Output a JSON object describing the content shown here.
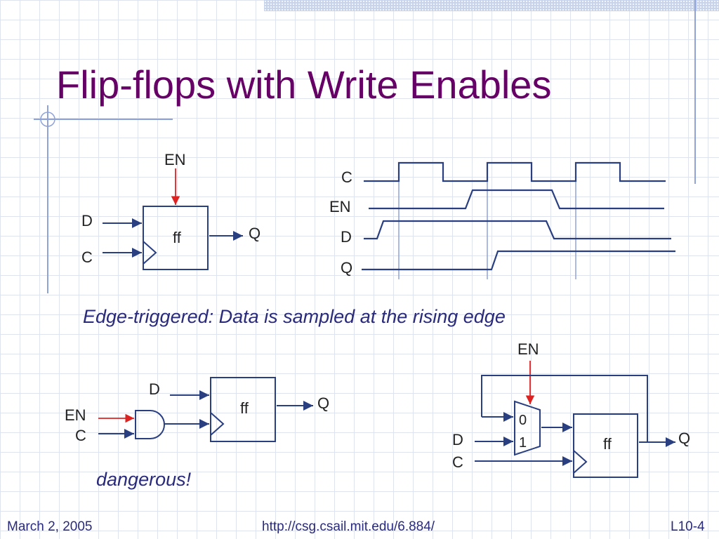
{
  "title": "Flip-flops with Write Enables",
  "diagram1": {
    "en": "EN",
    "d": "D",
    "c": "C",
    "ff": "ff",
    "q": "Q"
  },
  "timing": {
    "labels": {
      "c": "C",
      "en": "EN",
      "d": "D",
      "q": "Q"
    }
  },
  "caption": "Edge-triggered: Data is sampled at the rising edge",
  "diagram2": {
    "d": "D",
    "en": "EN",
    "c": "C",
    "ff": "ff",
    "q": "Q",
    "note": "dangerous!"
  },
  "diagram3": {
    "en": "EN",
    "d": "D",
    "c": "C",
    "mux0": "0",
    "mux1": "1",
    "ff": "ff",
    "q": "Q"
  },
  "footer": {
    "date": "March 2, 2005",
    "url": "http://csg.csail.mit.edu/6.884/",
    "page": "L10-4"
  },
  "colors": {
    "title": "#660066",
    "wire": "#2a3f80",
    "enable": "#dd2222",
    "text": "#222222"
  }
}
